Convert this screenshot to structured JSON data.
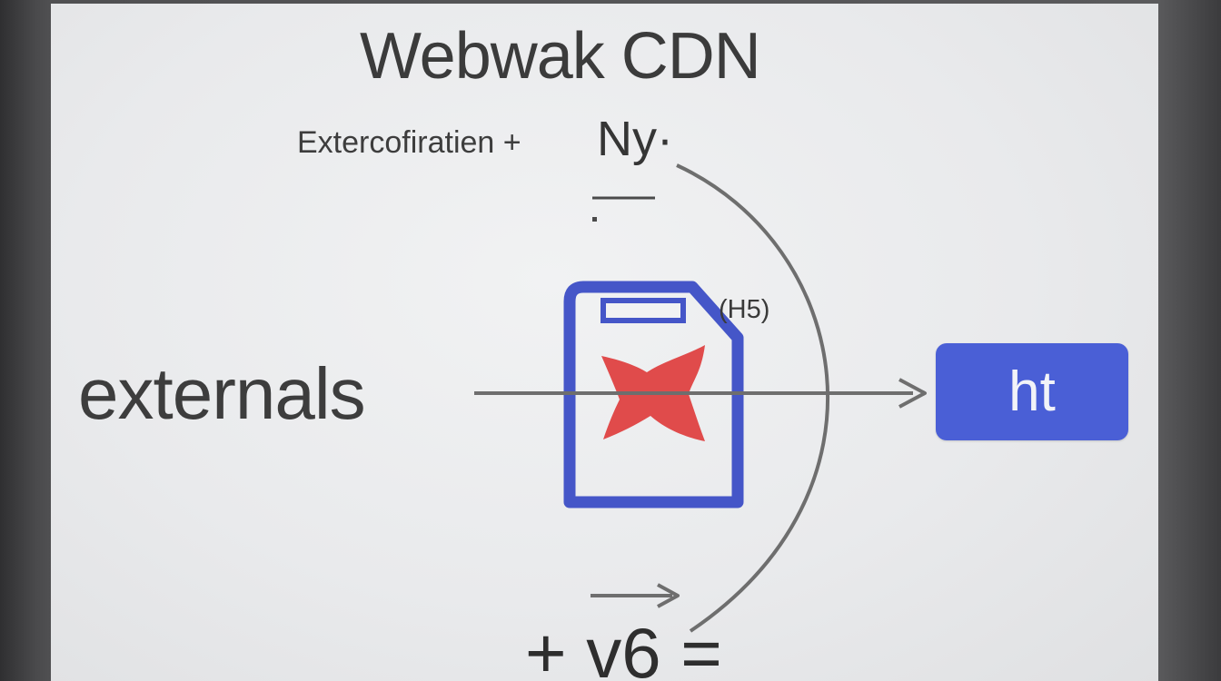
{
  "slide": {
    "title": "Webwak CDN",
    "subtitle_small": "Extercofiratien +",
    "subtitle_big": "Ny·",
    "left_label": "externals",
    "icon_label": "(H5)",
    "target_label": "ht",
    "bottom_formula": "+ v6 ="
  },
  "icons": {
    "center_icon": "file-box-icon",
    "center_icon_outline_color": "#4556c8",
    "center_icon_fill_color": "#e04b4b"
  },
  "colors": {
    "target_box": "#4a5fd6",
    "arrow": "#6e6e6e",
    "text": "#3a3a3a"
  }
}
